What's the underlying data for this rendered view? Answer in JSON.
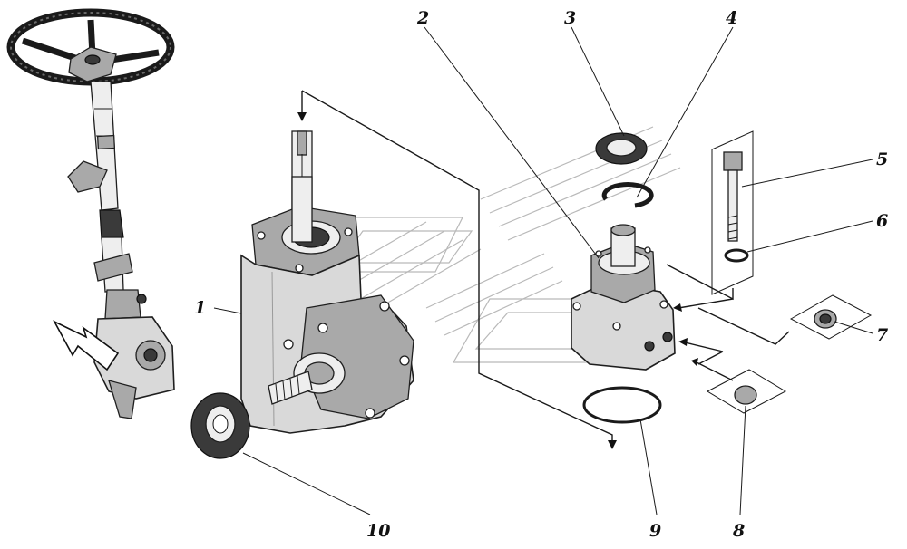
{
  "diagram": {
    "callouts": [
      {
        "id": "1",
        "label": "1"
      },
      {
        "id": "2",
        "label": "2"
      },
      {
        "id": "3",
        "label": "3"
      },
      {
        "id": "4",
        "label": "4"
      },
      {
        "id": "5",
        "label": "5"
      },
      {
        "id": "6",
        "label": "6"
      },
      {
        "id": "7",
        "label": "7"
      },
      {
        "id": "8",
        "label": "8"
      },
      {
        "id": "9",
        "label": "9"
      },
      {
        "id": "10",
        "label": "10"
      }
    ],
    "colors": {
      "ink": "#111111",
      "housing": "#d9d9d9",
      "watermark": "#b9b9b9",
      "background": "#ffffff"
    }
  }
}
